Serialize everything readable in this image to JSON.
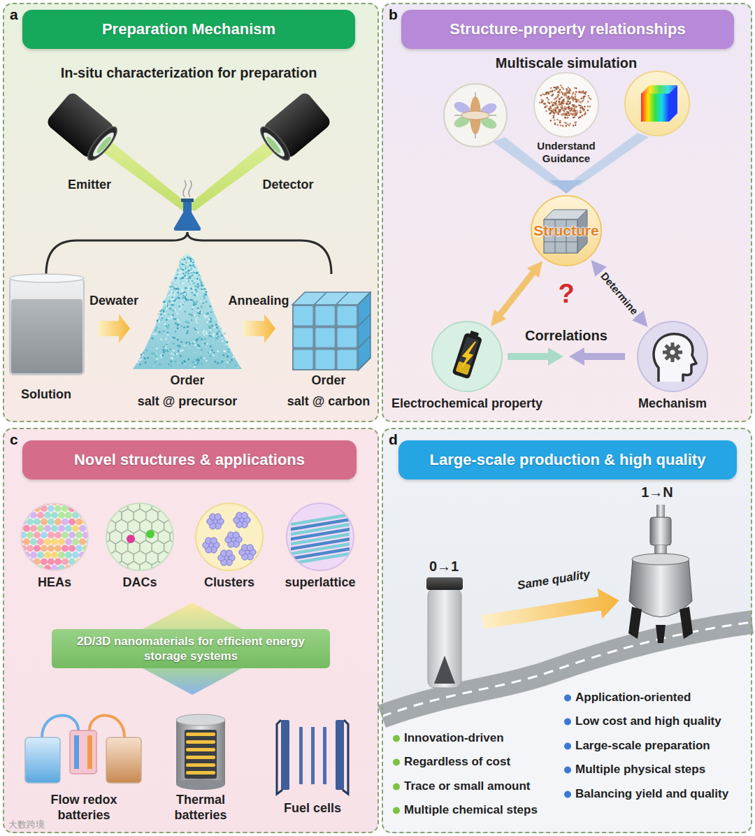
{
  "diagram": {
    "nodes": [
      {
        "text": [
          "a"
        ]
      },
      {
        "text": [
          "Preparation Mechanism"
        ],
        "in": 0
      },
      {
        "text": [
          "b"
        ]
      },
      {
        "text": [
          "Structure-property relationships"
        ],
        "in": 2
      },
      {
        "text": [
          "Structure"
        ],
        "in": 2
      },
      {
        "text": [
          "Electrochemical property"
        ],
        "in": 2
      },
      {
        "text": [
          "Mechanism"
        ],
        "in": 2
      },
      {
        "text": [
          "c"
        ]
      },
      {
        "text": [
          "Novel structures & applications"
        ],
        "in": 7
      },
      {
        "text": [
          "HEAs"
        ],
        "in": 7
      },
      {
        "text": [
          "DACs"
        ],
        "in": 7
      },
      {
        "text": [
          "Clusters"
        ],
        "in": 7
      },
      {
        "text": [
          "superlattice"
        ],
        "in": 7
      },
      {
        "text": [
          "2D/3D nanomaterials for efficient energy storage systems"
        ],
        "in": 7
      },
      {
        "text": [
          "d"
        ]
      },
      {
        "text": [
          "Large-scale production & high quality"
        ],
        "in": 14
      }
    ],
    "edges": [
      {
        "from": 4,
        "to": 5,
        "arrow": "both"
      },
      {
        "from": 4,
        "to": 6,
        "label": "Determine",
        "arrow": "both"
      }
    ],
    "labels": [
      "In-situ characterization for preparation",
      "Emitter",
      "Detector",
      "Dewater",
      "Annealing",
      "Solution",
      "Order",
      "salt @ precursor",
      "Order",
      "salt @ carbon",
      "Multiscale simulation",
      "Understand Guidance",
      "?",
      "Correlations",
      "Flow redox batteries",
      "Thermal batteries",
      "Fuel cells",
      "0→1",
      "1→N",
      "Same quality",
      "Innovation-driven",
      "Regardless of cost",
      "Trace or small amount",
      "Multiple chemical steps",
      "Application-oriented",
      "Low cost and high quality",
      "Large-scale preparation",
      "Multiple physical steps",
      "Balancing yield and quality",
      "大数跨境"
    ]
  }
}
